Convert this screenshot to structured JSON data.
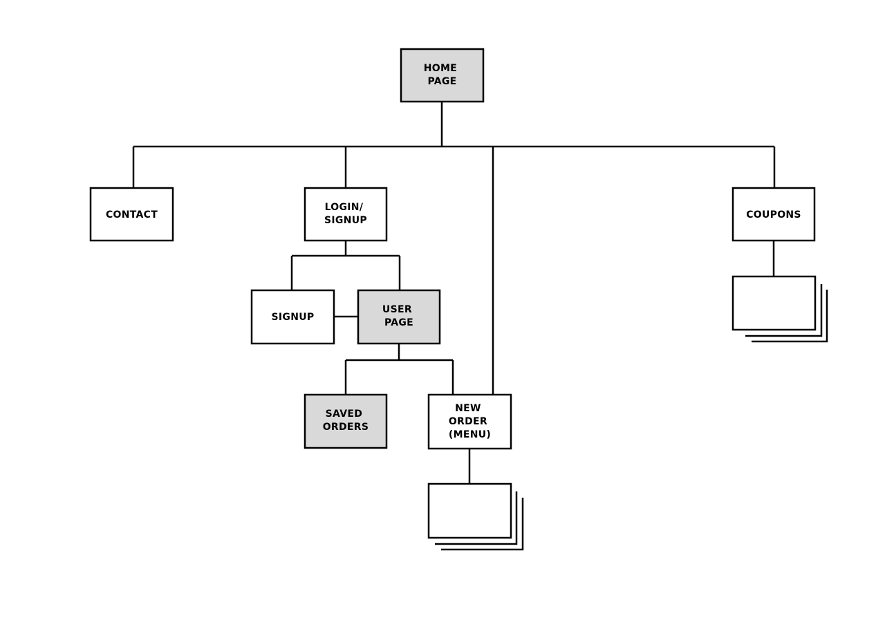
{
  "diagram": {
    "type": "sitemap",
    "colors": {
      "shaded_fill": "#d9d9d9",
      "plain_fill": "#ffffff",
      "line": "#000000"
    },
    "nodes": {
      "home": {
        "lines": [
          "HOME",
          "PAGE"
        ],
        "shaded": true
      },
      "contact": {
        "lines": [
          "CONTACT"
        ],
        "shaded": false
      },
      "login": {
        "lines": [
          "LOGIN/",
          "SIGNUP"
        ],
        "shaded": false
      },
      "coupons": {
        "lines": [
          "COUPONS"
        ],
        "shaded": false
      },
      "signup": {
        "lines": [
          "SIGNUP"
        ],
        "shaded": false
      },
      "user_page": {
        "lines": [
          "USER",
          "PAGE"
        ],
        "shaded": true
      },
      "saved_orders": {
        "lines": [
          "SAVED",
          "ORDERS"
        ],
        "shaded": true
      },
      "new_order": {
        "lines": [
          "NEW",
          "ORDER",
          "(MENU)"
        ],
        "shaded": false
      },
      "coupons_pages": {
        "lines": [],
        "shaded": false,
        "stack": true
      },
      "menu_pages": {
        "lines": [],
        "shaded": false,
        "stack": true
      }
    },
    "edges": [
      [
        "home",
        "contact"
      ],
      [
        "home",
        "login"
      ],
      [
        "home",
        "new_order"
      ],
      [
        "home",
        "coupons"
      ],
      [
        "login",
        "signup"
      ],
      [
        "login",
        "user_page"
      ],
      [
        "signup",
        "user_page"
      ],
      [
        "user_page",
        "saved_orders"
      ],
      [
        "user_page",
        "new_order"
      ],
      [
        "coupons",
        "coupons_pages"
      ],
      [
        "new_order",
        "menu_pages"
      ]
    ]
  }
}
